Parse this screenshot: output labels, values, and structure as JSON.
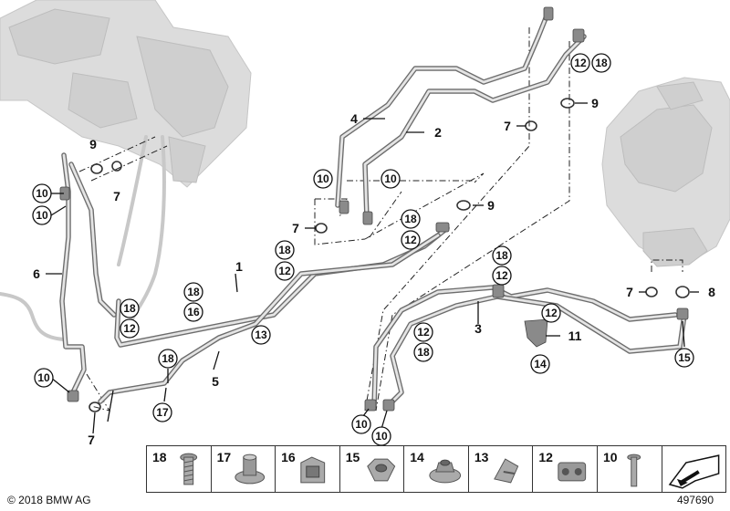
{
  "diagram": {
    "callouts": [
      {
        "id": "c-9a",
        "label": "9"
      },
      {
        "id": "c-7a",
        "label": "7"
      },
      {
        "id": "c-10a",
        "label": "10"
      },
      {
        "id": "c-10b",
        "label": "10"
      },
      {
        "id": "c-6",
        "label": "6"
      },
      {
        "id": "c-1",
        "label": "1"
      },
      {
        "id": "c-18a",
        "label": "18"
      },
      {
        "id": "c-16a",
        "label": "16"
      },
      {
        "id": "c-18b",
        "label": "18"
      },
      {
        "id": "c-12a",
        "label": "12"
      },
      {
        "id": "c-18c",
        "label": "18"
      },
      {
        "id": "c-12b",
        "label": "12"
      },
      {
        "id": "c-13a",
        "label": "13"
      },
      {
        "id": "c-18d",
        "label": "18"
      },
      {
        "id": "c-17a",
        "label": "17"
      },
      {
        "id": "c-5",
        "label": "5"
      },
      {
        "id": "c-10c",
        "label": "10"
      },
      {
        "id": "c-7b",
        "label": "7"
      },
      {
        "id": "c-4",
        "label": "4"
      },
      {
        "id": "c-2",
        "label": "2"
      },
      {
        "id": "c-10d",
        "label": "10"
      },
      {
        "id": "c-10e",
        "label": "10"
      },
      {
        "id": "c-7c",
        "label": "7"
      },
      {
        "id": "c-9b",
        "label": "9"
      },
      {
        "id": "c-18e",
        "label": "18"
      },
      {
        "id": "c-12c",
        "label": "12"
      },
      {
        "id": "c-12d",
        "label": "12"
      },
      {
        "id": "c-18f",
        "label": "18"
      },
      {
        "id": "c-9c",
        "label": "9"
      },
      {
        "id": "c-7d",
        "label": "7"
      },
      {
        "id": "c-18g",
        "label": "18"
      },
      {
        "id": "c-12e",
        "label": "12"
      },
      {
        "id": "c-3",
        "label": "3"
      },
      {
        "id": "c-12f",
        "label": "12"
      },
      {
        "id": "c-18h",
        "label": "18"
      },
      {
        "id": "c-12g",
        "label": "12"
      },
      {
        "id": "c-11",
        "label": "11"
      },
      {
        "id": "c-14a",
        "label": "14"
      },
      {
        "id": "c-7e",
        "label": "7"
      },
      {
        "id": "c-8",
        "label": "8"
      },
      {
        "id": "c-15a",
        "label": "15"
      },
      {
        "id": "c-10f",
        "label": "10"
      },
      {
        "id": "c-10g",
        "label": "10"
      }
    ]
  },
  "parts_strip": {
    "items": [
      {
        "number": "18",
        "icon": "bolt-flange-icon"
      },
      {
        "number": "17",
        "icon": "collar-nut-icon"
      },
      {
        "number": "16",
        "icon": "pipe-clip-icon"
      },
      {
        "number": "15",
        "icon": "hex-nut-icon"
      },
      {
        "number": "14",
        "icon": "flange-nut-icon"
      },
      {
        "number": "13",
        "icon": "spring-clip-icon"
      },
      {
        "number": "12",
        "icon": "double-clip-icon"
      },
      {
        "number": "10",
        "icon": "screw-icon"
      },
      {
        "number": "",
        "icon": "arrow-sign-icon"
      }
    ]
  },
  "footer": {
    "copyright": "© 2018 BMW AG",
    "diagram_id": "497690"
  }
}
